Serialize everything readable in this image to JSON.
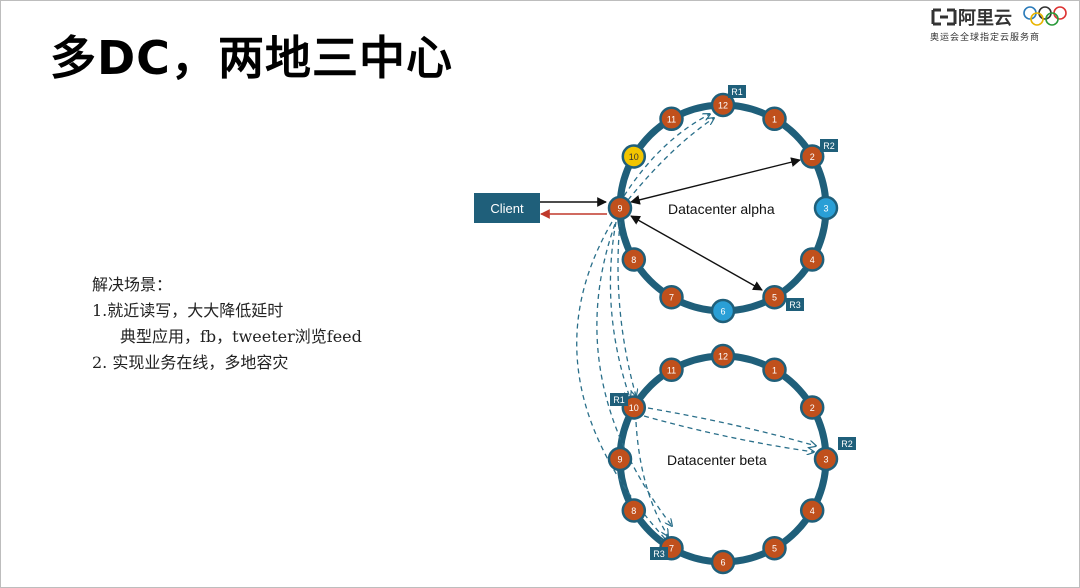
{
  "slide": {
    "title": "多DC，两地三中心",
    "logo_brand": "阿里云",
    "logo_tagline": "奥运会全球指定云服务商"
  },
  "notes": {
    "heading": "解决场景：",
    "line1": "1.就近读写，大大降低延时",
    "line1_sub": "典型应用，fb，tweeter浏览feed",
    "line2": "2. 实现业务在线，多地容灾"
  },
  "diagram": {
    "client_label": "Client",
    "alpha_label": "Datacenter alpha",
    "beta_label": "Datacenter beta",
    "ring_nodes": [
      "1",
      "2",
      "3",
      "4",
      "5",
      "6",
      "7",
      "8",
      "9",
      "10",
      "11",
      "12"
    ],
    "replica_tags": [
      "R1",
      "R2",
      "R3"
    ],
    "colors": {
      "ring": "#1f5f7a",
      "node": "#c0501c",
      "node_border": "#1f5f7a",
      "replica_node": "#2a9fd6",
      "coordinator_node": "#f2c500",
      "client_box": "#1f5f7a",
      "arrow_black": "#111111",
      "arrow_red": "#c0392b",
      "dashed": "#2a6f8a"
    }
  }
}
